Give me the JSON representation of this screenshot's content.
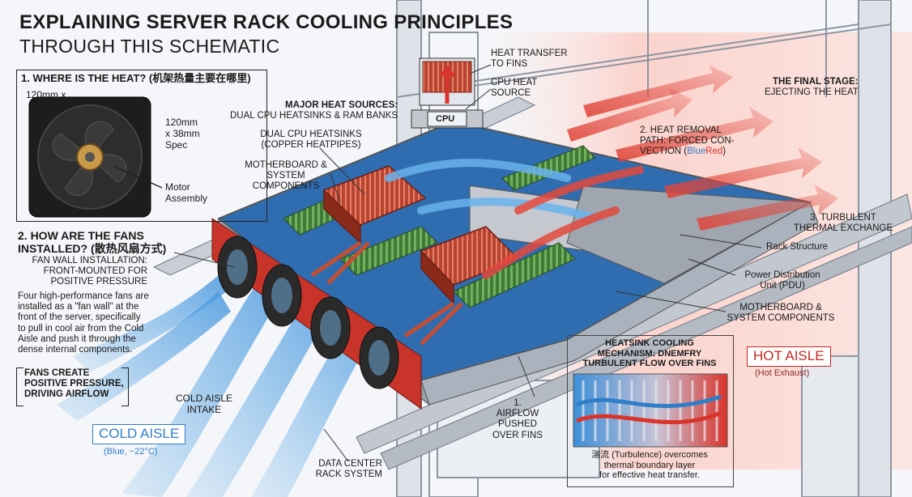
{
  "title": {
    "line1": "EXPLAINING SERVER RACK COOLING PRINCIPLES",
    "line2": "THROUGH THIS SCHEMATIC"
  },
  "fan_box": {
    "heading": "1. WHERE IS THE HEAT? (机架热量主要在哪里)",
    "size_label": "120mm x",
    "spec_label": "120mm\nx 38mm\nSpec",
    "motor_label": "Motor\nAssembly"
  },
  "fans_section": {
    "heading": "2. HOW ARE THE FANS\nINSTALLED? (散热风扇方式)",
    "fan_wall_label": "FAN WALL INSTALLATION:\nFRONT-MOUNTED FOR\nPOSITIVE PRESSURE",
    "description": "Four high-performance fans are\ninstalled as a \"fan wall\" at the\nfront of the server, specifically\nto pull in cool air from the Cold\nAisle and push it through the\ndense internal components.",
    "pressure_label": "FANS CREATE\nPOSITIVE PRESSURE,\nDRIVING AIRFLOW"
  },
  "cold_aisle": {
    "intake_label": "COLD AISLE\nINTAKE",
    "tag": "COLD AISLE",
    "sub": "(Blue, ~22°C)"
  },
  "cpu_inset": {
    "chip_label": "CPU",
    "fins_label": "HEAT TRANSFER\nTO FINS",
    "source_label": "CPU HEAT\nSOURCE"
  },
  "labels": {
    "major_heat_title": "MAJOR HEAT SOURCES:",
    "major_heat_sub": "DUAL CPU HEATSINKS & RAM BANKS",
    "dual_cpu": "DUAL CPU HEATSINKS\n(COPPER HEATPIPES)",
    "motherboard_left": "MOTHERBOARD &\nSYSTEM COMPONENTS",
    "heat_removal_1": "2. HEAT REMOVAL\nPATH: FORCED CON-\nVECTION (",
    "heat_removal_blue": "Blue",
    "heat_removal_red": "Red",
    "heat_removal_end": ")",
    "final_stage": "THE FINAL STAGE:",
    "final_stage_sub": "EJECTING THE HEAT",
    "turbulent": "3. TURBULENT\nTHERMAL EXCHANGE",
    "rack_structure": "Rack Structure",
    "pdu": "Power Distribution\nUnit (PDU)",
    "motherboard_right": "MOTHERBOARD &\nSYSTEM COMPONENTS",
    "airflow_pushed": "1. AIRFLOW\nPUSHED\nOVER FINS",
    "rack_system": "DATA CENTER\nRACK SYSTEM"
  },
  "hot_aisle": {
    "tag": "HOT AISLE",
    "sub": "(Hot Exhaust)"
  },
  "heatsink_inset": {
    "title": "HEATSINK COOLING\nMECHANISM: DNEMFRY\nTURBULENT FLOW OVER FINS",
    "caption": "湍流 (Turbulence) overcomes\nthermal boundary layer\nfor effective heat transfer."
  },
  "colors": {
    "cold": "#2f7ec8",
    "hot": "#d9342b",
    "copper": "#c5723c",
    "board": "#3c7fc0"
  },
  "icons": [
    "fan-icon",
    "cpu-chip-icon",
    "heatsink-fins-icon",
    "airflow-arrow-icon"
  ]
}
